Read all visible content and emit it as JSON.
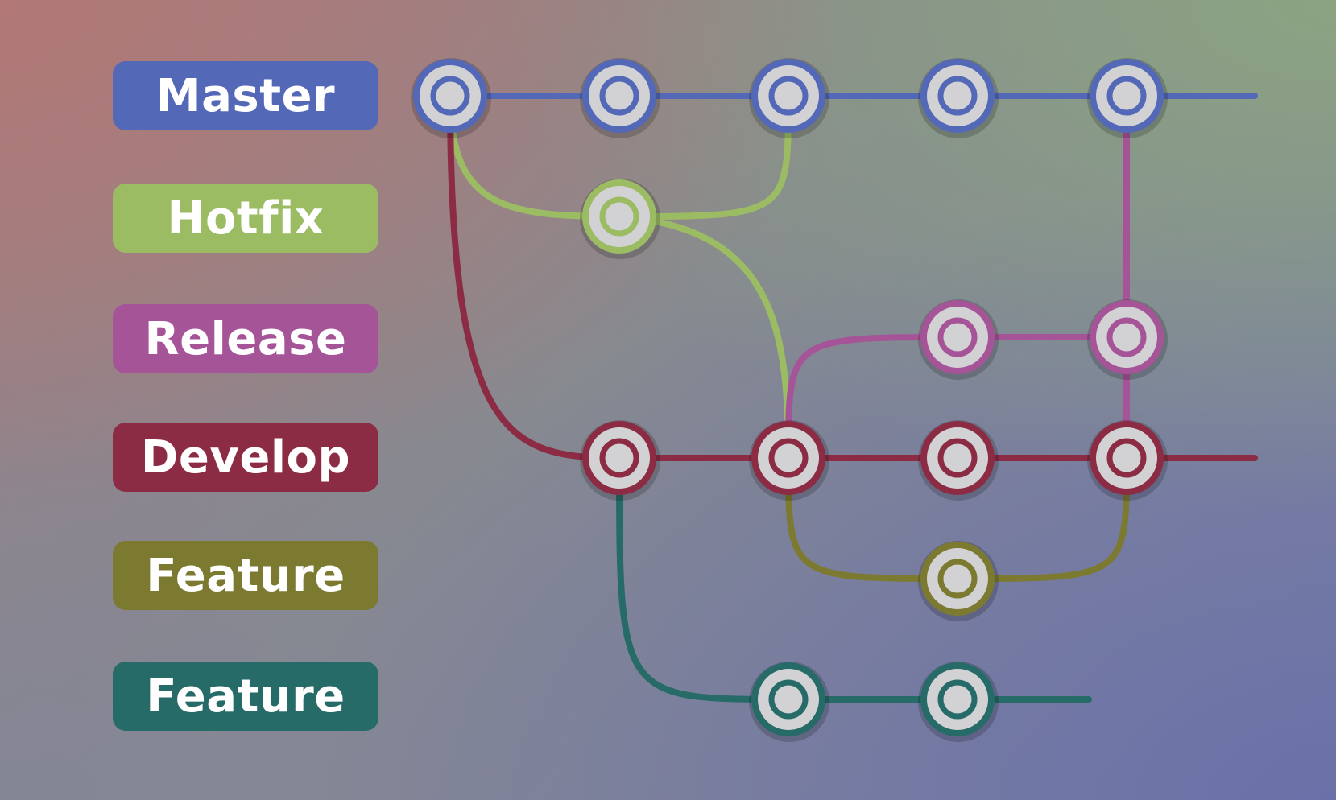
{
  "branches": [
    {
      "id": "master",
      "label": "Master",
      "color": "#5468b8"
    },
    {
      "id": "hotfix",
      "label": "Hotfix",
      "color": "#9cbc64"
    },
    {
      "id": "release",
      "label": "Release",
      "color": "#a65498"
    },
    {
      "id": "develop",
      "label": "Develop",
      "color": "#8c2c44"
    },
    {
      "id": "feature1",
      "label": "Feature",
      "color": "#7c7a30"
    },
    {
      "id": "feature2",
      "label": "Feature",
      "color": "#266b68"
    }
  ],
  "commits": [
    {
      "id": "m1",
      "branch": "master",
      "col": 1
    },
    {
      "id": "m2",
      "branch": "master",
      "col": 2
    },
    {
      "id": "m3",
      "branch": "master",
      "col": 3
    },
    {
      "id": "m4",
      "branch": "master",
      "col": 4
    },
    {
      "id": "m5",
      "branch": "master",
      "col": 5
    },
    {
      "id": "h1",
      "branch": "hotfix",
      "col": 2
    },
    {
      "id": "r1",
      "branch": "release",
      "col": 4
    },
    {
      "id": "r2",
      "branch": "release",
      "col": 5
    },
    {
      "id": "d1",
      "branch": "develop",
      "col": 2
    },
    {
      "id": "d2",
      "branch": "develop",
      "col": 3
    },
    {
      "id": "d3",
      "branch": "develop",
      "col": 4
    },
    {
      "id": "d4",
      "branch": "develop",
      "col": 5
    },
    {
      "id": "f1",
      "branch": "feature1",
      "col": 4
    },
    {
      "id": "g1",
      "branch": "feature2",
      "col": 3
    },
    {
      "id": "g2",
      "branch": "feature2",
      "col": 4
    }
  ],
  "connections": [
    {
      "from": "m1",
      "to": "h1",
      "color_branch": "hotfix"
    },
    {
      "from": "h1",
      "to": "m3",
      "color_branch": "hotfix"
    },
    {
      "from": "h1",
      "to": "d2",
      "color_branch": "hotfix"
    },
    {
      "from": "m1",
      "to": "d1",
      "color_branch": "develop"
    },
    {
      "from": "d2",
      "to": "r1",
      "color_branch": "release"
    },
    {
      "from": "r2",
      "to": "m5",
      "color_branch": "release"
    },
    {
      "from": "r2",
      "to": "d4",
      "color_branch": "release"
    },
    {
      "from": "d2",
      "to": "f1",
      "color_branch": "feature1"
    },
    {
      "from": "f1",
      "to": "d4",
      "color_branch": "feature1"
    },
    {
      "from": "d1",
      "to": "g1",
      "color_branch": "feature2"
    }
  ],
  "node_fill_color": "#d2d2d4"
}
